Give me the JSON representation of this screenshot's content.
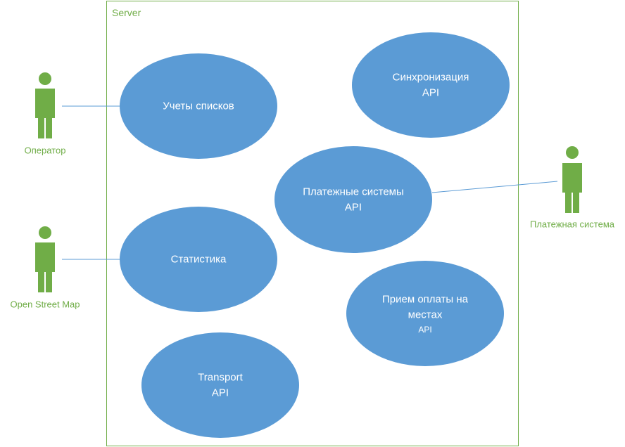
{
  "colors": {
    "boundary": "#70ad47",
    "actor": "#70ad47",
    "use_case_fill": "#5b9bd5",
    "connector": "#5b9bd5",
    "use_case_text": "#ffffff"
  },
  "system": {
    "title": "Server"
  },
  "actors": {
    "operator": {
      "label": "Оператор"
    },
    "osm": {
      "label": "Open Street Map"
    },
    "payment": {
      "label": "Платежная система"
    }
  },
  "use_cases": {
    "lists": {
      "line1": "Учеты списков"
    },
    "sync": {
      "line1": "Синхронизация",
      "line2": "API"
    },
    "payments": {
      "line1": "Платежные системы",
      "line2": "API"
    },
    "stats": {
      "line1": "Статистика"
    },
    "onsite": {
      "line1": "Прием оплаты на",
      "line2": "местах",
      "line3": "API"
    },
    "transport": {
      "line1": "Transport",
      "line2": "API"
    }
  }
}
